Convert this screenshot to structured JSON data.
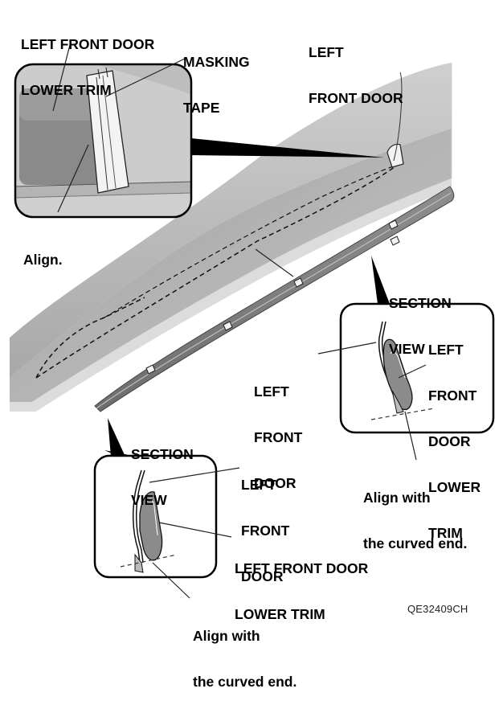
{
  "labels": {
    "trim_top": [
      "LEFT FRONT DOOR",
      "LOWER TRIM"
    ],
    "masking_tape": [
      "MASKING",
      "TAPE"
    ],
    "door_top": [
      "LEFT",
      "FRONT DOOR"
    ],
    "align": "Align.",
    "section_view_right": [
      "SECTION",
      "VIEW"
    ],
    "door_right": [
      "LEFT",
      "FRONT",
      "DOOR"
    ],
    "trim_right": [
      "LEFT",
      "FRONT",
      "DOOR",
      "LOWER",
      "TRIM"
    ],
    "align_curved_right": [
      "Align with",
      "the curved end."
    ],
    "section_view_left": [
      "SECTION",
      "VIEW"
    ],
    "door_left": [
      "LEFT",
      "FRONT",
      "DOOR"
    ],
    "trim_left": [
      "LEFT FRONT DOOR",
      "LOWER TRIM"
    ],
    "align_curved_left": [
      "Align with",
      "the curved end."
    ]
  },
  "figure_code": "QE32409CH"
}
